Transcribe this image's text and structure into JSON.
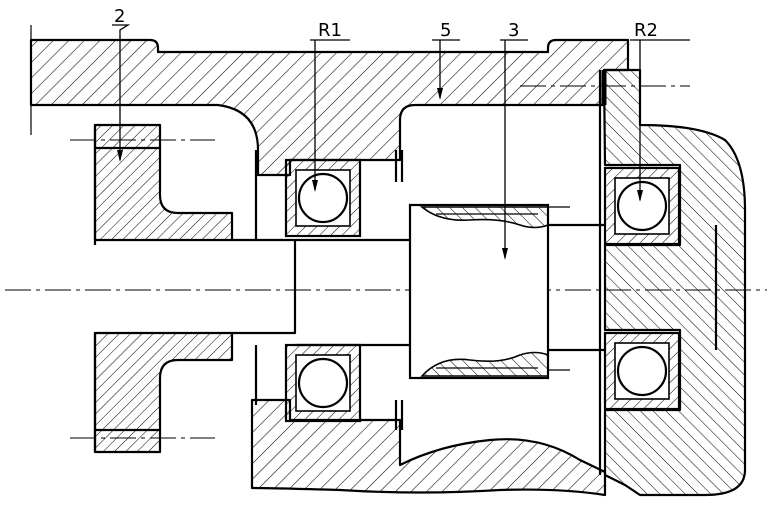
{
  "labels": {
    "part_2": "2",
    "bearing_r1": "R1",
    "part_5": "5",
    "part_3": "3",
    "bearing_r2": "R2"
  },
  "colors": {
    "ink": "#000000",
    "paper": "#ffffff"
  }
}
